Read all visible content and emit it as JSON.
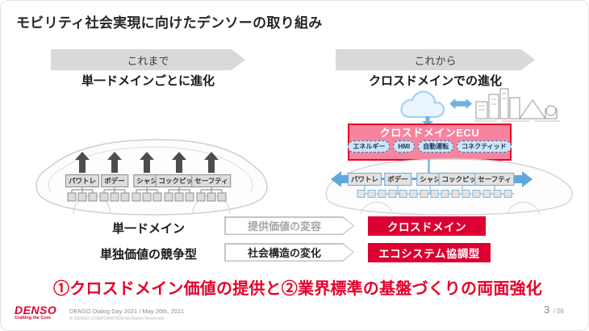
{
  "title": "モビリティ社会実現に向けたデンソーの取り組み",
  "left_section": {
    "banner": "これまで",
    "heading": "単一ドメインごとに進化",
    "domains": [
      "パワトレ",
      "ボデー",
      "シャシ",
      "コックピット",
      "セーフティ"
    ],
    "summary_top": "単一ドメイン",
    "summary_bottom": "単独価値の競争型"
  },
  "right_section": {
    "banner": "これから",
    "heading": "クロスドメインでの進化",
    "ecu": {
      "title": "クロスドメインECU",
      "modules": [
        "エネルギー",
        "HMI",
        "自動運転",
        "コネクティッド"
      ]
    },
    "domains": [
      "パワトレ",
      "ボデー",
      "シャシ",
      "コックピット",
      "セーフティ"
    ],
    "summary_top": "クロスドメイン",
    "summary_bottom": "エコシステム協調型"
  },
  "transition": {
    "arrow_top": "提供価値の変容",
    "arrow_bottom": "社会構造の変化"
  },
  "message": "①クロスドメイン価値の提供と②業界標準の基盤づくりの両面強化",
  "footer": {
    "logo": "DENSO",
    "tagline": "Crafting the Core",
    "event": "DENSO Dialog Day 2021 / May 26th, 2021",
    "copyright": "© DENSO CORPORATION   All Rights Reserved.",
    "page_number": "3",
    "page_total": "/ 06"
  },
  "colors": {
    "denso_red": "#DC0032",
    "accent_red": "#E60027",
    "ecu_pink": "#F8839E",
    "link_blue": "#5FA8DC",
    "module_blue": "#CFE3F4",
    "banner_gray": "#D9D9D9"
  }
}
